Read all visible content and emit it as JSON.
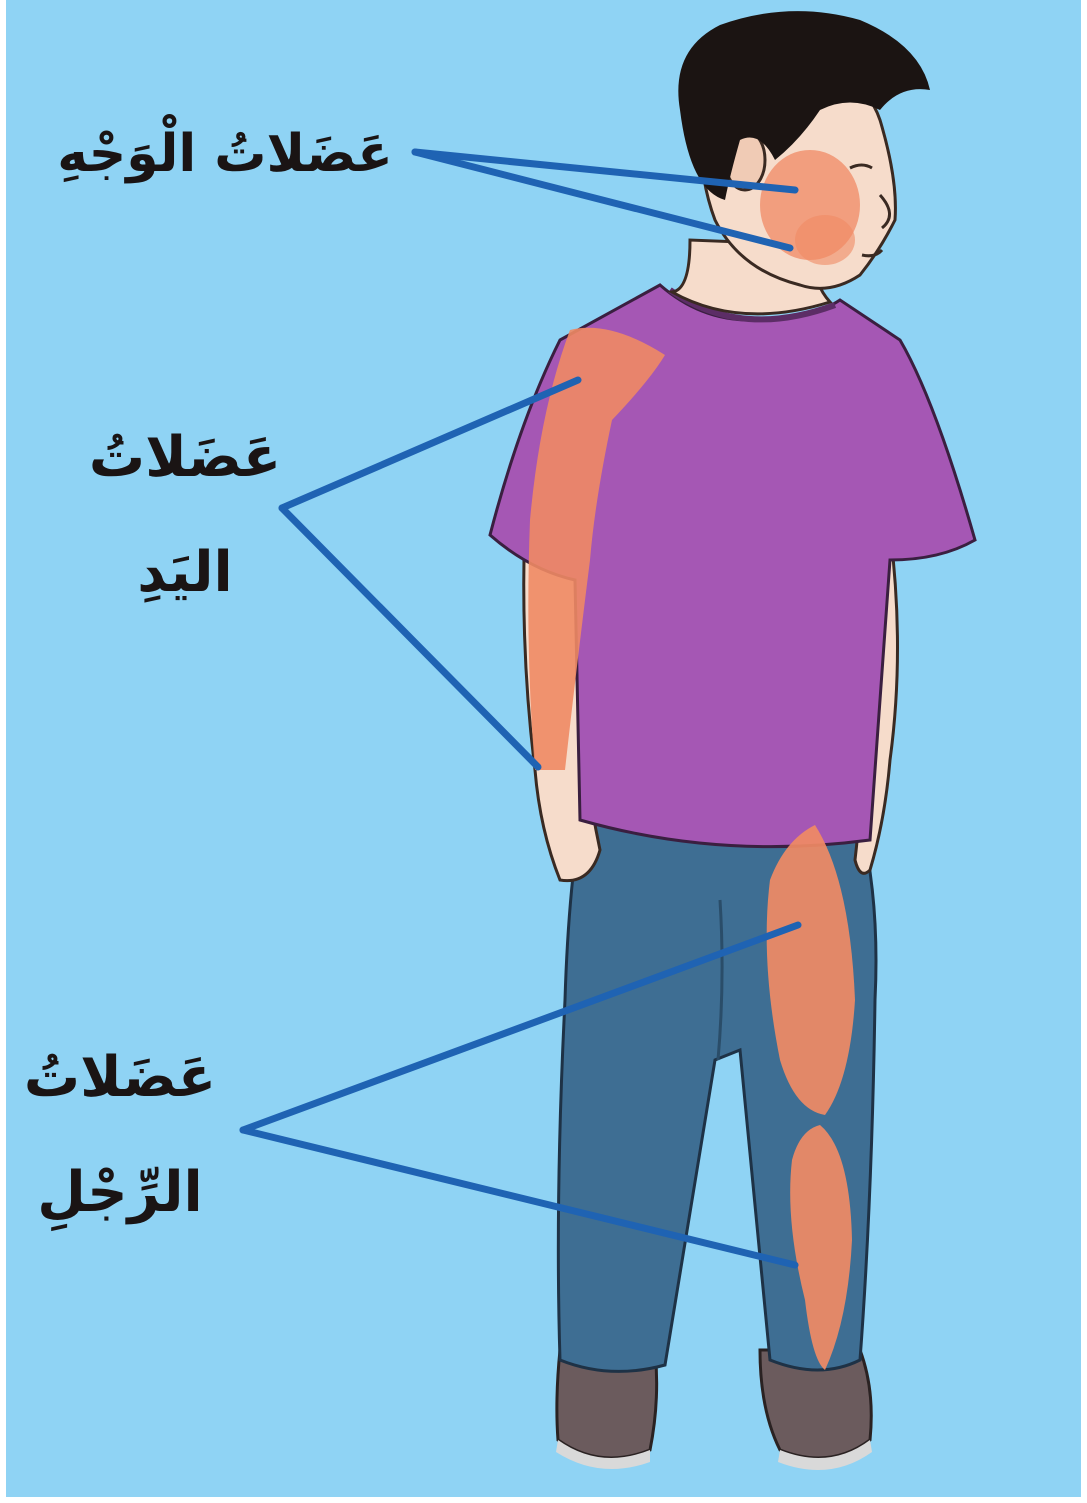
{
  "labels": {
    "face_muscles": "عَضَلاتُ الْوَجْهِ",
    "hand_muscles_line1": "عَضَلاتُ",
    "hand_muscles_line2": "اليَدِ",
    "leg_muscles_line1": "عَضَلاتُ",
    "leg_muscles_line2": "الرِّجْلِ"
  },
  "colors": {
    "background": "#8fd3f4",
    "pointer_lines": "#1f63b3",
    "muscle": "#f08a64",
    "shirt": "#a557b4",
    "pants": "#3e6e93",
    "skin": "#f6dccb",
    "hair": "#1b1412",
    "shoes": "#6b5b5d"
  }
}
